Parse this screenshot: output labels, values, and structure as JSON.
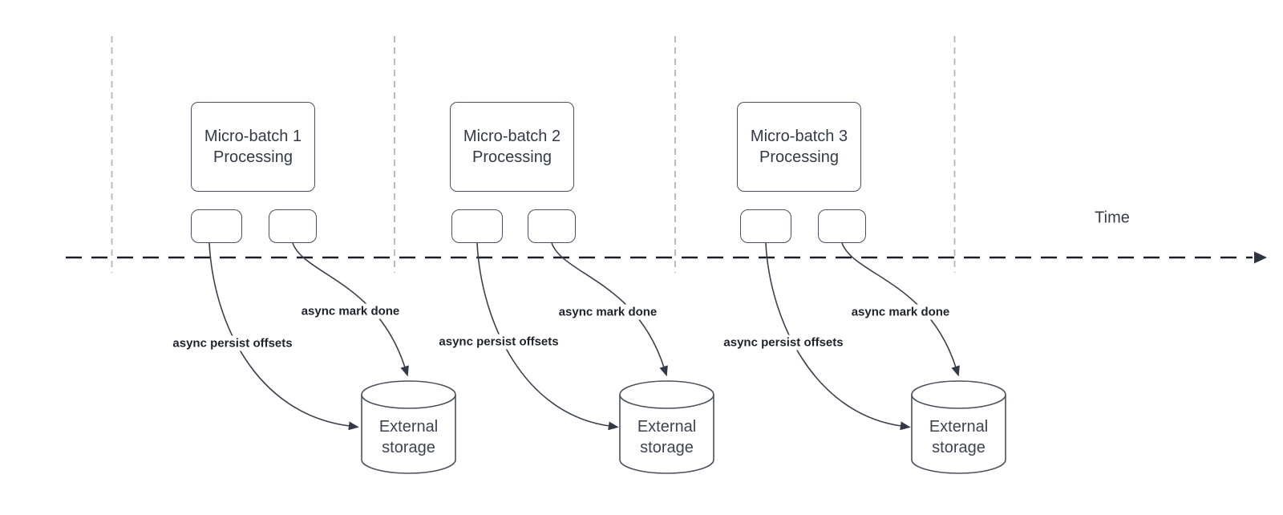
{
  "timeline": {
    "label": "Time"
  },
  "colors": {
    "axis": "#1a1e26",
    "gridline": "#b3b6ba",
    "shape_stroke": "#4a515e",
    "connector": "#3a414e",
    "arrowhead": "#323947",
    "label_text": "#1d222c",
    "shape_text": "#333a46"
  },
  "groups": [
    {
      "name": "micro-batch-1",
      "box_lines": [
        "Micro-batch 1",
        "Processing"
      ],
      "persist_label": "async persist offsets",
      "done_label": "async mark done",
      "storage_lines": [
        "External",
        "storage"
      ]
    },
    {
      "name": "micro-batch-2",
      "box_lines": [
        "Micro-batch 2",
        "Processing"
      ],
      "persist_label": "async persist offsets",
      "done_label": "async mark done",
      "storage_lines": [
        "External",
        "storage"
      ]
    },
    {
      "name": "micro-batch-3",
      "box_lines": [
        "Micro-batch 3",
        "Processing"
      ],
      "persist_label": "async persist offsets",
      "done_label": "async mark done",
      "storage_lines": [
        "External",
        "storage"
      ]
    }
  ]
}
